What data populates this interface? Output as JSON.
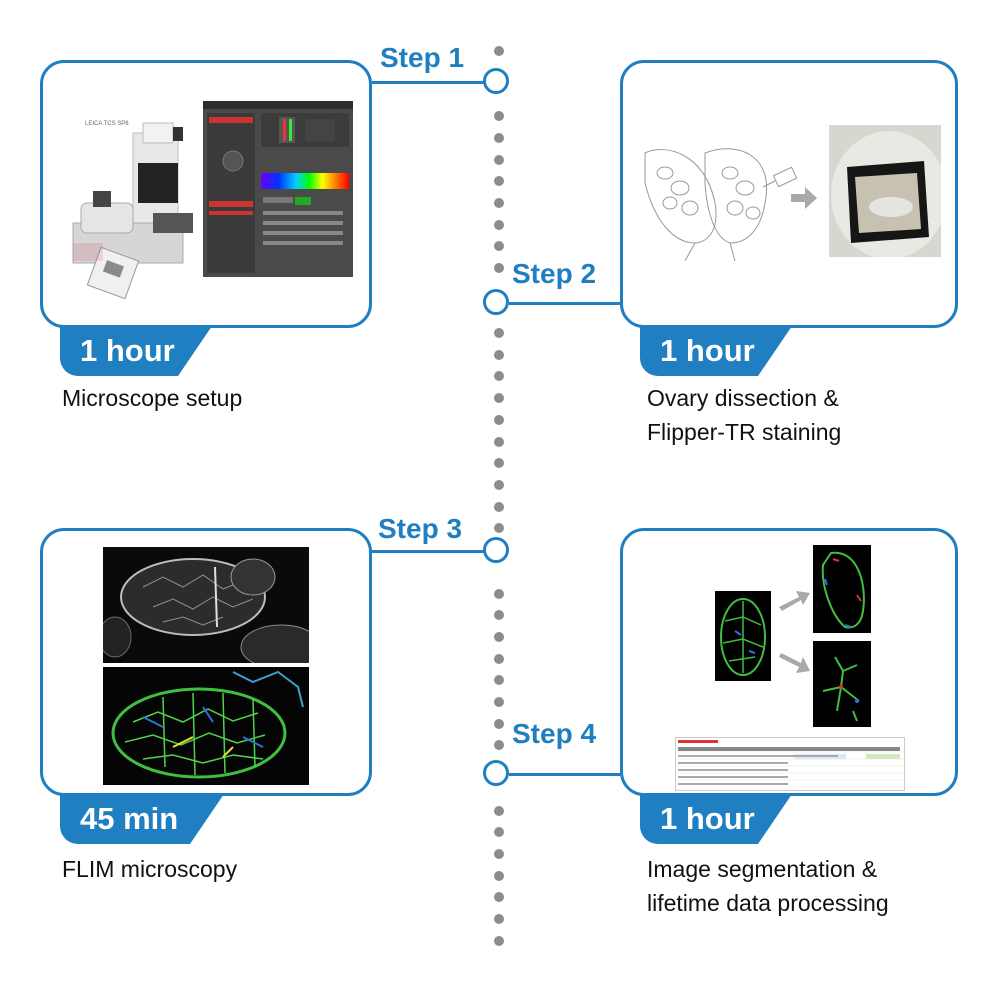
{
  "steps": [
    {
      "label": "Step 1",
      "duration": "1 hour",
      "description_lines": [
        "Microscope setup"
      ],
      "image_text": "LEICA TCS SP8"
    },
    {
      "label": "Step 2",
      "duration": "1 hour",
      "description_lines": [
        "Ovary dissection &",
        "Flipper-TR staining"
      ]
    },
    {
      "label": "Step 3",
      "duration": "45 min",
      "description_lines": [
        "FLIM microscopy"
      ]
    },
    {
      "label": "Step 4",
      "duration": "1 hour",
      "description_lines": [
        "Image segmentation &",
        "lifetime data processing"
      ]
    }
  ],
  "colors": {
    "accent": "#1f7fc0",
    "timeline_dots": "#8c8c8c"
  }
}
